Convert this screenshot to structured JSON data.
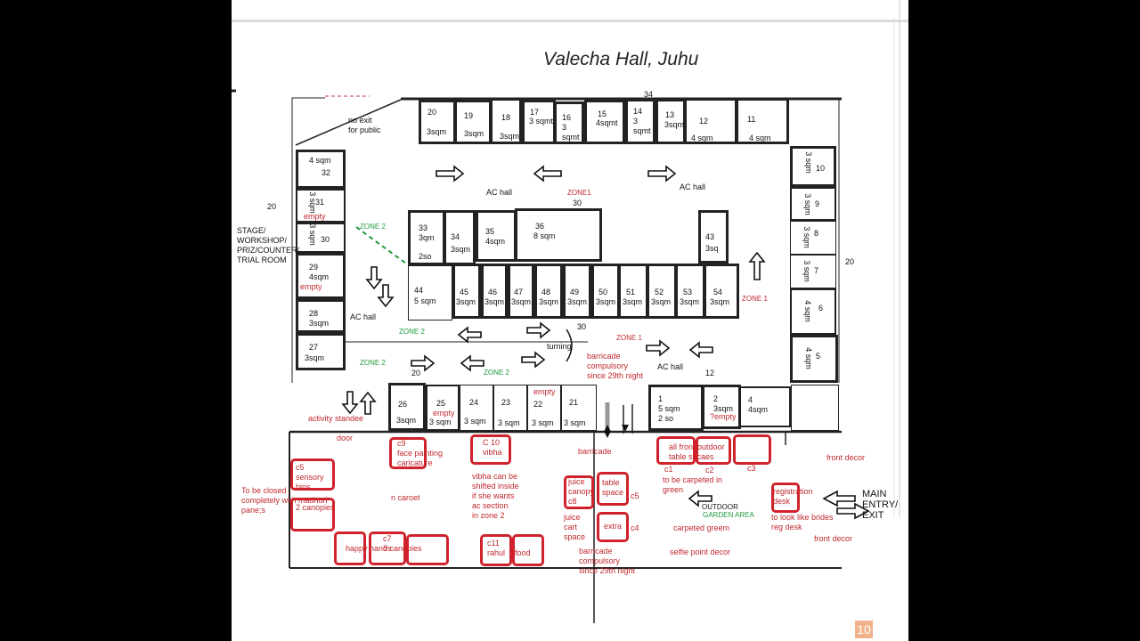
{
  "title": "Valecha Hall, Juhu",
  "page_number": "10",
  "stalls_top": [
    {
      "id": "20",
      "area": "3sqm"
    },
    {
      "id": "19",
      "area": "3sqm"
    },
    {
      "id": "18",
      "area": "3sqm"
    },
    {
      "id": "17",
      "area": "3 sqmt"
    },
    {
      "id": "16",
      "area": "3\nsqmt"
    },
    {
      "id": "15",
      "area": "4sqmt"
    },
    {
      "id": "14",
      "area": "3\nsqmt"
    },
    {
      "id": "13",
      "area": "3sqm"
    },
    {
      "id": "12",
      "area": "4 sqm"
    },
    {
      "id": "11",
      "area": "4 sqm"
    }
  ],
  "stalls_right": [
    {
      "id": "10",
      "area": "3 sqm"
    },
    {
      "id": "9",
      "area": "3 sqm"
    },
    {
      "id": "8",
      "area": "3 sqm"
    },
    {
      "id": "7",
      "area": "3 sqm"
    },
    {
      "id": "6",
      "area": "4 sqm"
    },
    {
      "id": "5",
      "area": "4 sqm"
    }
  ],
  "stalls_left": {
    "s32": {
      "id": "32",
      "area": "4 sqm"
    },
    "s31": {
      "id": "31",
      "area": "3 sqm",
      "note": "empty"
    },
    "s30": {
      "id": "30",
      "area": "3 sqm"
    },
    "s29": {
      "id": "29",
      "area": "4sqm",
      "note": "empty"
    },
    "s28": {
      "id": "28",
      "area": "3sqm"
    },
    "s27": {
      "id": "27",
      "area": "3sqm"
    }
  },
  "stalls_center_upper": {
    "s33": {
      "id": "33",
      "area": "3qm",
      "extra": "2so"
    },
    "s34": {
      "id": "34",
      "area": "3sqm"
    },
    "s35": {
      "id": "35",
      "area": "4sqm"
    },
    "s36": {
      "id": "36",
      "area": "8 sqm"
    },
    "s43": {
      "id": "43",
      "area": "3sq"
    }
  },
  "stalls_center_row": [
    {
      "id": "44",
      "area": "5 sqm"
    },
    {
      "id": "45",
      "area": "3sqm"
    },
    {
      "id": "46",
      "area": "3sqm"
    },
    {
      "id": "47",
      "area": "3sqm"
    },
    {
      "id": "48",
      "area": "3sqm"
    },
    {
      "id": "49",
      "area": "3sqm"
    },
    {
      "id": "50",
      "area": "3sqm"
    },
    {
      "id": "51",
      "area": "3sqm"
    },
    {
      "id": "52",
      "area": "3sqm"
    },
    {
      "id": "53",
      "area": "3sqm"
    },
    {
      "id": "54",
      "area": "3sqm"
    }
  ],
  "stalls_bottom": [
    {
      "id": "26",
      "area": "3sqm"
    },
    {
      "id": "25",
      "area": "3 sqm",
      "note": "empty"
    },
    {
      "id": "24",
      "area": "3 sqm"
    },
    {
      "id": "23",
      "area": "3 sqm"
    },
    {
      "id": "22",
      "area": "3 sqm",
      "note": "empty"
    },
    {
      "id": "21",
      "area": "3 sqm"
    }
  ],
  "stalls_bottom_right": {
    "s1": {
      "id": "1",
      "area": "5 sqm",
      "extra": "2 so"
    },
    "s2": {
      "id": "2",
      "area": "3sqm",
      "note": "?empty"
    },
    "s4": {
      "id": "4",
      "area": "4sqm"
    }
  },
  "labels": {
    "no_exit": "no exit\nfor public",
    "stage": "STAGE/\nWORKSHOP/\nPRIZ/COUNTER/\nTRIAL ROOM",
    "ac_hall_1": "AC hall",
    "ac_hall_2": "AC hall",
    "ac_hall_3": "AC hall",
    "ac_hall_4": "AC hall",
    "turning": "turning",
    "num_34": "34",
    "num_20_left": "20",
    "num_20_right": "20",
    "num_30_a": "30",
    "num_30_b": "30",
    "num_20_bottom": "20",
    "num_12": "12",
    "door": "door",
    "activity": "activity standee",
    "barricade_1": "barricade\ncompulsory\nsince 29th night",
    "barricade_2": "barricade",
    "barricade_3": "barricade\ncompulsory\nsince 29th night",
    "main_entry": "MAIN\nENTRY/\nEXIT",
    "outdoor": "OUTDOOR",
    "garden": "GARDEN AREA",
    "front_decor_1": "front decor",
    "front_decor_2": "front decor",
    "carpeted": "carpeted greem",
    "selfie": "selfie point decor",
    "to_be_carpeted": "to be carpeted in\ngreen",
    "look_like": "to look like brides\nreg desk",
    "to_be_closed": "To be closed\ncompletely with madhuri\npane;s",
    "n_caroet": "n caroet",
    "vibha_note": "vibha can be\nshifted inside\nif she wants\nac section\nin zone 2",
    "juice_cart": "juice\ncart\nspace"
  },
  "zones": {
    "zone1_top": "ZONE1",
    "zone1_right": "ZONE 1",
    "zone1_mid": "ZONE 1",
    "zone2_diag": "ZONE 2",
    "zone2_a": "ZONE 2",
    "zone2_b": "ZONE 2",
    "zone2_c": "ZONE 2"
  },
  "outdoor_boxes": {
    "c5_left": "c5\nsensory\nbins",
    "canopies2": "2 canopies",
    "c9": "c9\nface painting\ncaricature",
    "c10": "C 10\nvibha",
    "happy": "happy hands",
    "c7": "c7\n3 canopies",
    "c11": "c11\nrahul",
    "c11b": "food",
    "juice": "juice\ncanopy\nc8",
    "table": "table\nspace",
    "c5_right": "c5",
    "extra": "extra",
    "c4": "c4",
    "c1": "all front outdoor\ntable spcaes",
    "c1_label": "c1",
    "c2": "c2",
    "c3": "c3",
    "reg": "registration\ndesk"
  },
  "colors": {
    "marker_red": "#d0222c",
    "zone_green": "#1e9a3c",
    "ink": "#111111"
  }
}
